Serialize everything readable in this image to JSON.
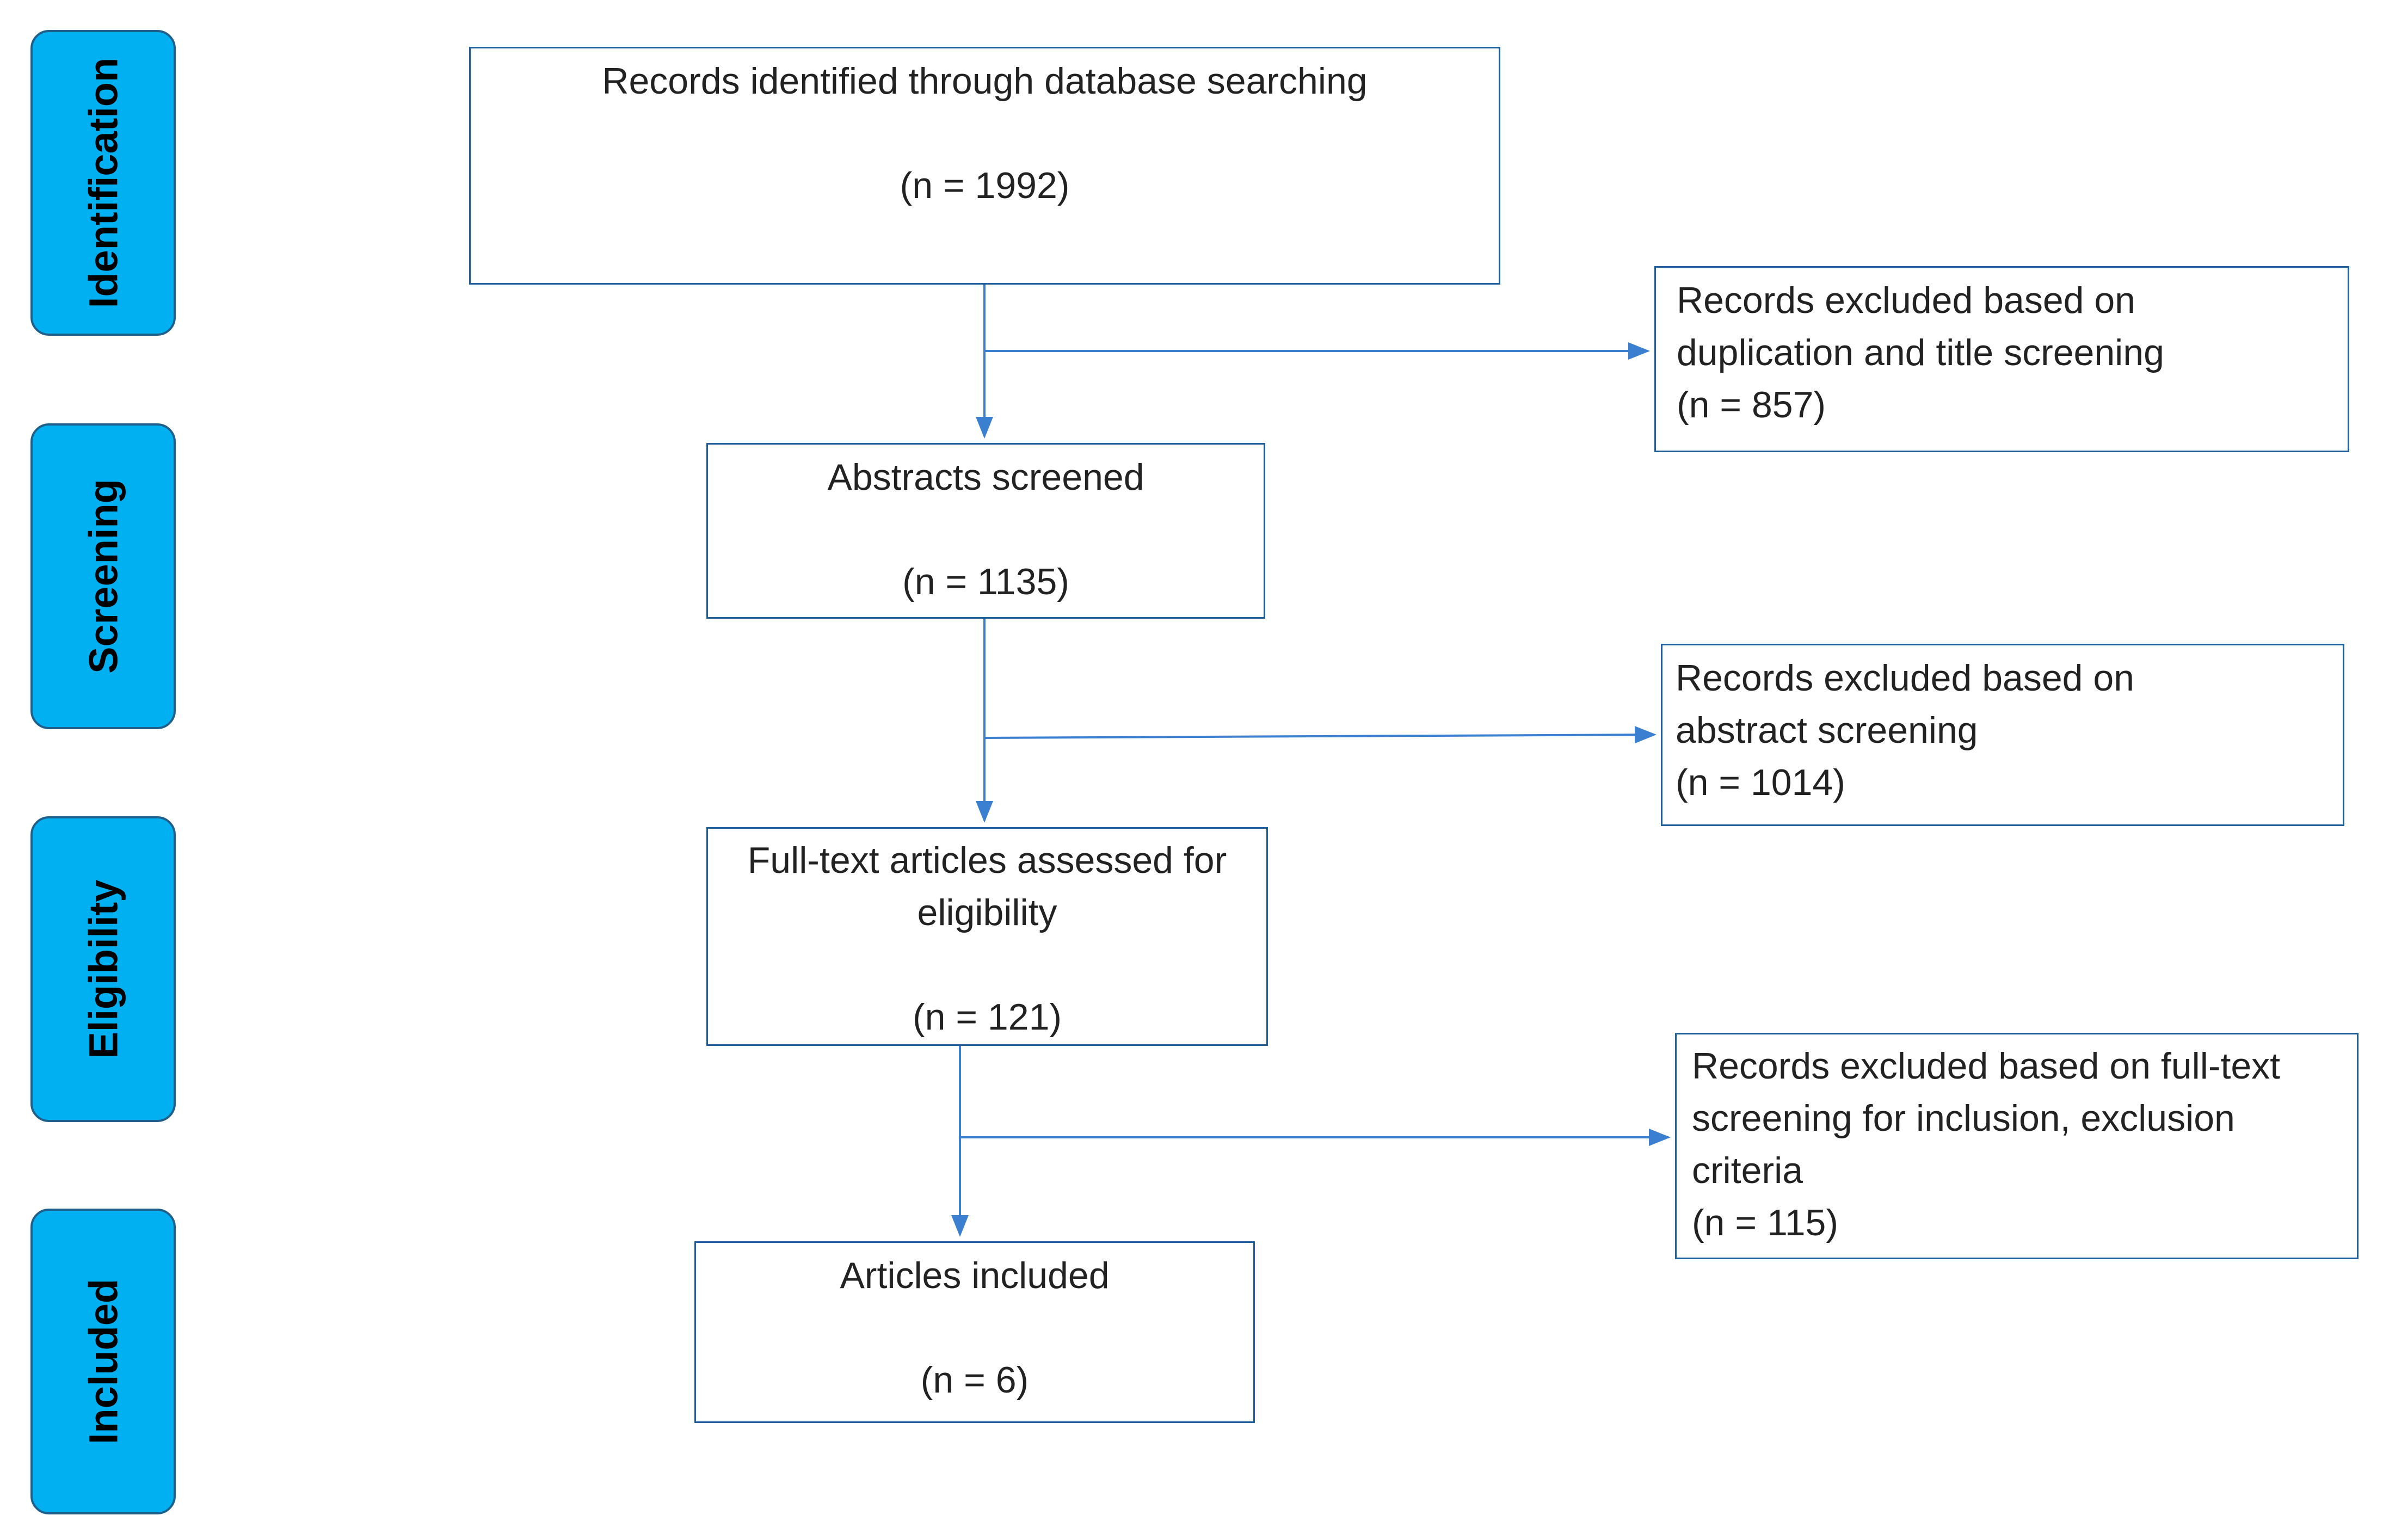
{
  "phases": {
    "identification": "Identification",
    "screening": "Screening",
    "eligibility": "Eligibility",
    "included": "Included"
  },
  "boxes": {
    "identified": {
      "title": "Records identified through database searching",
      "count": "(n = 1992)"
    },
    "abstracts": {
      "title": "Abstracts screened",
      "count": "(n = 1135)"
    },
    "fulltext": {
      "title_line1": "Full-text articles assessed for",
      "title_line2": "eligibility",
      "count": "(n = 121)"
    },
    "included": {
      "title": "Articles included",
      "count": "(n = 6)"
    },
    "excluded_title": {
      "line1": "Records excluded based on",
      "line2": "duplication and title screening",
      "count": "(n = 857)"
    },
    "excluded_abstract": {
      "line1": "Records excluded based on",
      "line2": "abstract screening",
      "count": "(n = 1014)"
    },
    "excluded_fulltext": {
      "line1": "Records excluded based on full-text",
      "line2": "screening for inclusion, exclusion",
      "line3": "criteria",
      "count": "(n = 115)"
    }
  },
  "colors": {
    "phase_fill": "#00b0f0",
    "phase_border": "#1f5f8b",
    "box_border": "#1f5f9b",
    "arrow": "#3a7fd0"
  }
}
